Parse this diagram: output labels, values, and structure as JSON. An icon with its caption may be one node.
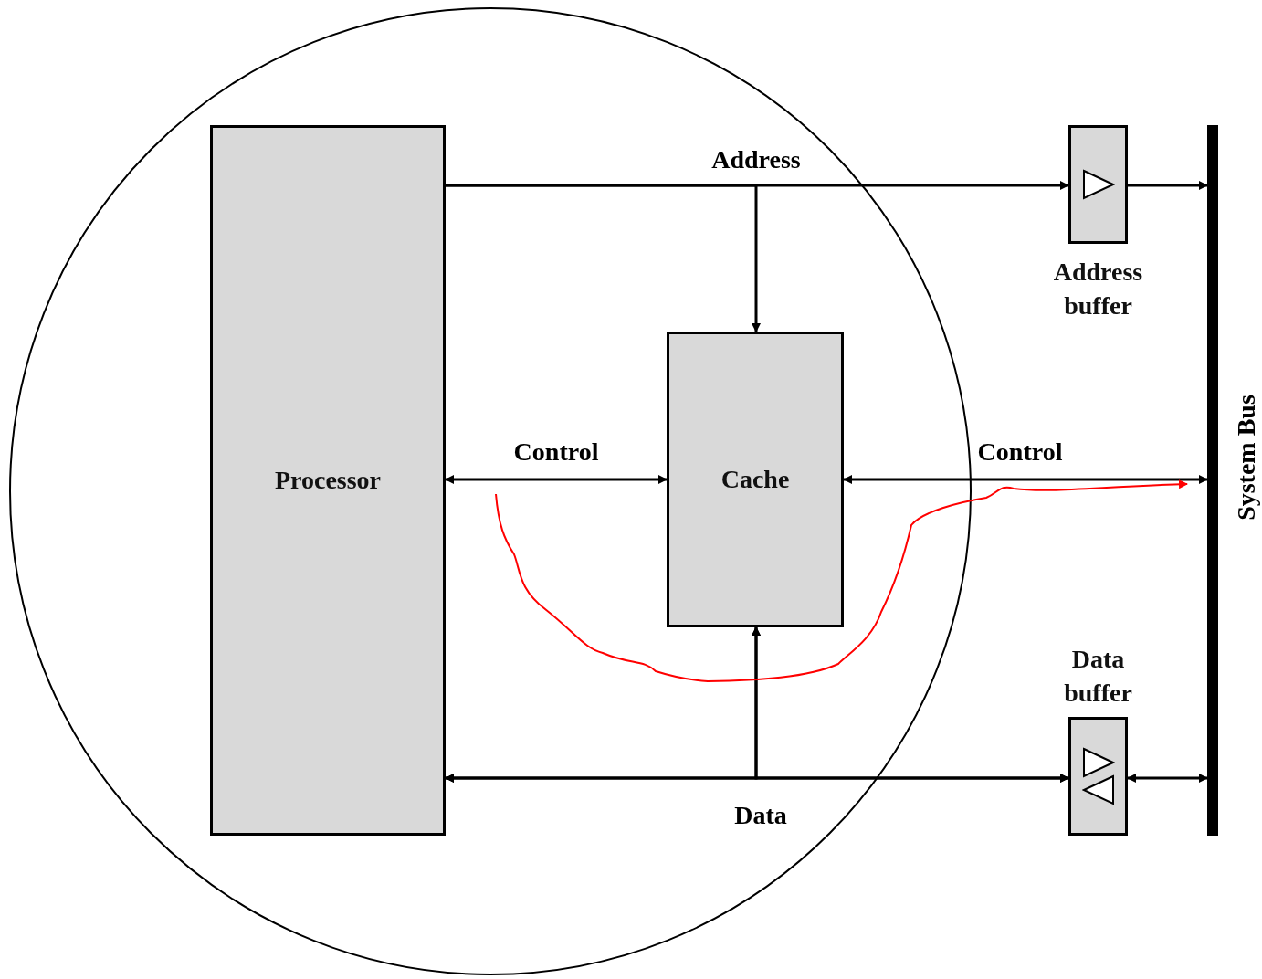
{
  "diagram": {
    "nodes": [
      {
        "text": [],
        "shape": "circle"
      },
      {
        "text": [
          "Processor"
        ],
        "in": 0
      },
      {
        "text": [
          "Cache"
        ],
        "in": 0
      },
      {
        "text": [
          "Address buffer"
        ]
      },
      {
        "text": [
          "Data buffer"
        ]
      },
      {
        "text": [
          "System Bus"
        ]
      }
    ],
    "edges": [
      {
        "from": 1,
        "to": 3,
        "arrow": "to",
        "label": "Address"
      },
      {
        "from": 1,
        "to": 2,
        "arrow": "to"
      },
      {
        "from": 3,
        "to": 5,
        "arrow": "to"
      },
      {
        "from": 1,
        "to": 2,
        "arrow": "both",
        "label": "Control"
      },
      {
        "from": 2,
        "to": 5,
        "arrow": "both",
        "label": "Control"
      },
      {
        "from": 1,
        "to": 4,
        "arrow": "both",
        "label": "Data"
      },
      {
        "from": 2,
        "to": 1,
        "arrow": "both"
      },
      {
        "from": 2,
        "to": 4,
        "arrow": "both"
      },
      {
        "from": 4,
        "to": 5,
        "arrow": "both"
      },
      {
        "from": null,
        "to": 5,
        "arrow": "to",
        "color": "#ff0000"
      }
    ]
  }
}
